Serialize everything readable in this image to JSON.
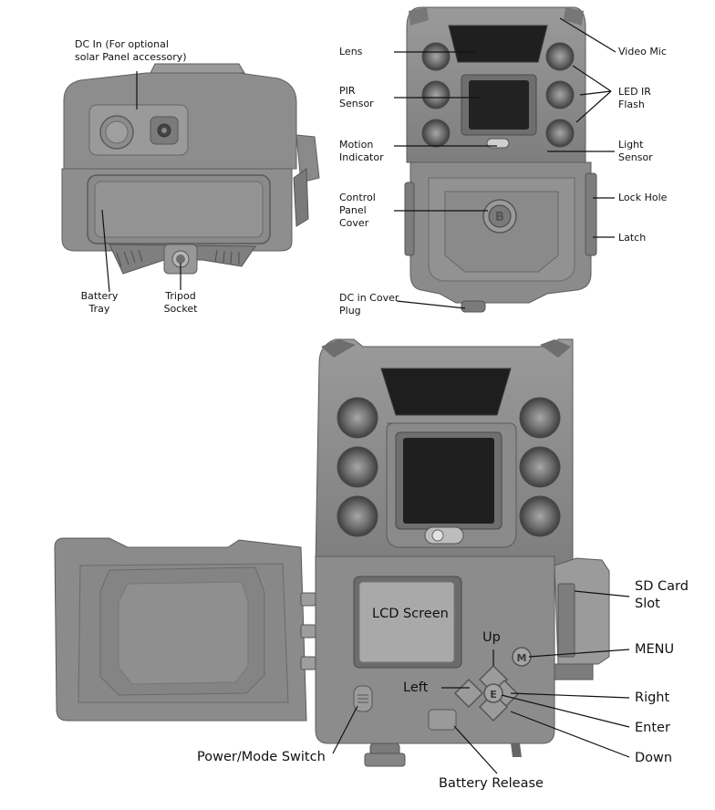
{
  "labels": {
    "dc_in": [
      "DC In (For optional",
      "solar Panel accessory)"
    ],
    "battery_tray": [
      "Battery",
      "Tray"
    ],
    "tripod_socket": [
      "Tripod",
      "Socket"
    ],
    "lens": "Lens",
    "pir_sensor": [
      "PIR",
      "Sensor"
    ],
    "motion_indicator": [
      "Motion",
      "Indicator"
    ],
    "control_panel_cover": [
      "Control",
      "Panel",
      "Cover"
    ],
    "dc_in_cover_plug": [
      "DC in Cover",
      "Plug"
    ],
    "video_mic": "Video Mic",
    "led_ir_flash": [
      "LED IR",
      "Flash"
    ],
    "light_sensor": [
      "Light",
      "Sensor"
    ],
    "lock_hole": "Lock Hole",
    "latch": "Latch",
    "lcd_screen": "LCD Screen",
    "up": "Up",
    "left": "Left",
    "sd_card_slot": [
      "SD Card",
      "Slot"
    ],
    "menu": "MENU",
    "right": "Right",
    "enter": "Enter",
    "down": "Down",
    "power_mode_switch": "Power/Mode Switch",
    "battery_release": "Battery Release"
  },
  "button_glyphs": {
    "menu": "M",
    "enter": "E"
  },
  "colors": {
    "body": "#8e8e8e",
    "body_dark": "#6f6f6f",
    "body_light": "#a6a6a6",
    "lens": "#1c1c1c",
    "leader": "#111111"
  }
}
